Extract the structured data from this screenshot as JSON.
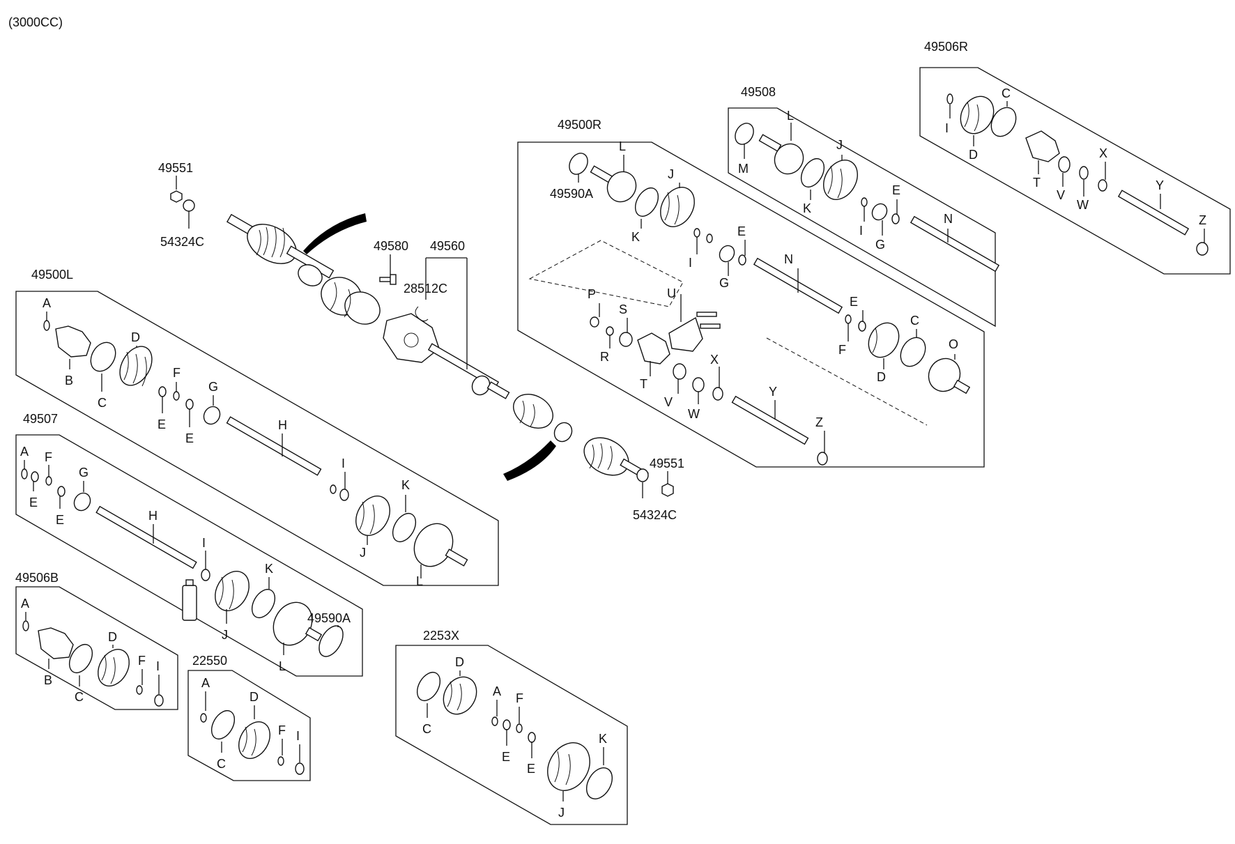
{
  "diagram": {
    "variant_label": "(3000CC)",
    "callouts": {
      "c01": "49551",
      "c02": "54324C",
      "c03": "49580",
      "c04": "49560",
      "c05": "28512C",
      "c06": "49500L",
      "c07": "A",
      "c08": "B",
      "c09": "C",
      "c10": "D",
      "c11": "E",
      "c12": "F",
      "c13": "E",
      "c14": "G",
      "c15": "H",
      "c16": "I",
      "c17": "J",
      "c18": "K",
      "c19": "L",
      "c20": "49507",
      "c21": "A",
      "c22": "E",
      "c23": "F",
      "c24": "E",
      "c25": "G",
      "c26": "H",
      "c27": "I",
      "c28": "J",
      "c29": "K",
      "c30": "L",
      "c31": "49590A",
      "c32": "49506B",
      "c33": "A",
      "c34": "B",
      "c35": "C",
      "c36": "D",
      "c37": "F",
      "c38": "I",
      "c39": "22550",
      "c40": "A",
      "c41": "C",
      "c42": "D",
      "c43": "F",
      "c44": "I",
      "c45": "2253X",
      "c46": "C",
      "c47": "D",
      "c48": "A",
      "c49": "E",
      "c50": "F",
      "c51": "E",
      "c52": "J",
      "c53": "K",
      "c54": "49551",
      "c55": "54324C",
      "c56": "49500R",
      "c57": "49590A",
      "c58": "L",
      "c59": "K",
      "c60": "J",
      "c61": "I",
      "c62": "G",
      "c63": "E",
      "c64": "N",
      "c65": "P",
      "c66": "R",
      "c67": "S",
      "c68": "T",
      "c69": "U",
      "c70": "V",
      "c71": "W",
      "c72": "X",
      "c73": "E",
      "c74": "F",
      "c75": "D",
      "c76": "C",
      "c77": "O",
      "c78": "Y",
      "c79": "Z",
      "c80": "49508",
      "c81": "M",
      "c82": "L",
      "c83": "K",
      "c84": "J",
      "c85": "I",
      "c86": "G",
      "c87": "E",
      "c88": "N",
      "c89": "49506R",
      "c90": "I",
      "c91": "D",
      "c92": "C",
      "c93": "T",
      "c94": "V",
      "c95": "W",
      "c96": "X",
      "c97": "Y",
      "c98": "Z"
    }
  }
}
